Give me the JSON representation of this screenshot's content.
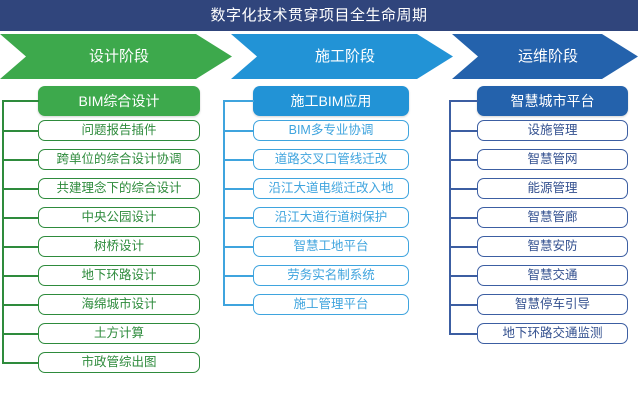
{
  "header": {
    "title": "数字化技术贯穿项目全生命周期",
    "bg_color": "#30457C",
    "text_color": "#FFFFFF"
  },
  "stages": [
    {
      "label": "设计阶段",
      "color": "#3DA94C"
    },
    {
      "label": "施工阶段",
      "color": "#2293D6"
    },
    {
      "label": "运维阶段",
      "color": "#2462AC"
    }
  ],
  "columns": [
    {
      "name": "design-column",
      "header": "BIM综合设计",
      "color": "#3DA94C",
      "line_color": "#2E8B3C",
      "items": [
        "问题报告插件",
        "跨单位的综合设计协调",
        "共建理念下的综合设计",
        "中央公园设计",
        "树桥设计",
        "地下环路设计",
        "海绵城市设计",
        "土方计算",
        "市政管综出图"
      ]
    },
    {
      "name": "construction-column",
      "header": "施工BIM应用",
      "color": "#2293D6",
      "line_color": "#3FA4DE",
      "items": [
        "BIM多专业协调",
        "道路交叉口管线迁改",
        "沿江大道电缆迁改入地",
        "沿江大道行道树保护",
        "智慧工地平台",
        "劳务实名制系统",
        "施工管理平台"
      ]
    },
    {
      "name": "operations-column",
      "header": "智慧城市平台",
      "color": "#2462AC",
      "line_color": "#3C5EA2",
      "items": [
        "设施管理",
        "智慧管网",
        "能源管理",
        "智慧管廊",
        "智慧安防",
        "智慧交通",
        "智慧停车引导",
        "地下环路交通监测"
      ]
    }
  ]
}
